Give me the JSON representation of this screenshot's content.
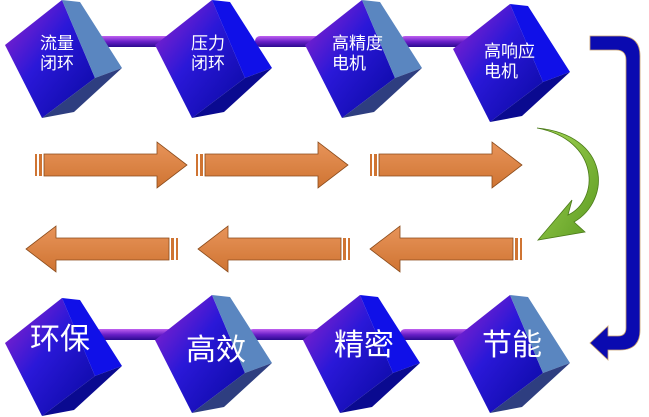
{
  "top_row": [
    {
      "line1": "流量",
      "line2": "闭环"
    },
    {
      "line1": "压力",
      "line2": "闭环"
    },
    {
      "line1": "高精度",
      "line2": "电机"
    },
    {
      "line1": "高响应",
      "line2": "电机"
    }
  ],
  "bottom_row": [
    {
      "label": "环保"
    },
    {
      "label": "高效"
    },
    {
      "label": "精密"
    },
    {
      "label": "节能"
    }
  ],
  "colors": {
    "cube_front_start": "#8a1fc8",
    "cube_front_end": "#1010e0",
    "cube_side": "#4f7fbf",
    "arrow_orange": "#d9803f",
    "arrow_green": "#7cb83a",
    "bracket_blue": "#0a0ab0"
  }
}
